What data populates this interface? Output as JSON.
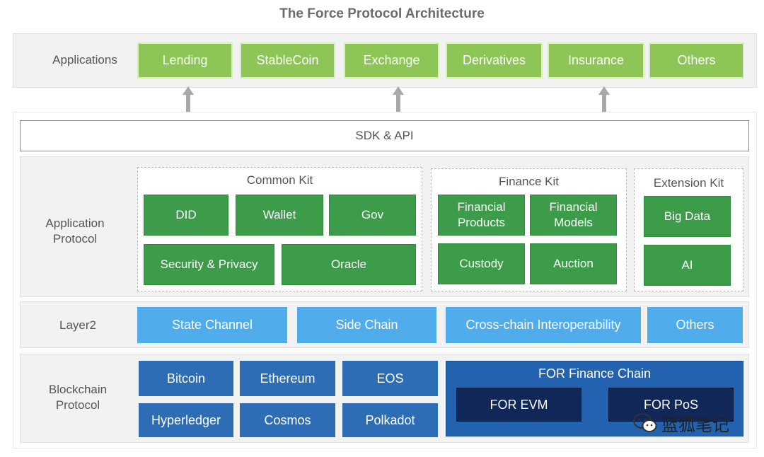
{
  "title": "The Force Protocol Architecture",
  "applications": {
    "label": "Applications",
    "items": [
      "Lending",
      "StableCoin",
      "Exchange",
      "Derivatives",
      "Insurance",
      "Others"
    ]
  },
  "sdk": {
    "label": "SDK & API"
  },
  "application_protocol": {
    "label": "Application Protocol",
    "common_kit": {
      "title": "Common Kit",
      "items": [
        "DID",
        "Wallet",
        "Gov",
        "Security & Privacy",
        "Oracle"
      ]
    },
    "finance_kit": {
      "title": "Finance Kit",
      "items": [
        "Financial Products",
        "Financial Models",
        "Custody",
        "Auction"
      ]
    },
    "extension_kit": {
      "title": "Extension Kit",
      "items": [
        "Big Data",
        "AI"
      ]
    }
  },
  "layer2": {
    "label": "Layer2",
    "items": [
      "State Channel",
      "Side Chain",
      "Cross-chain Interoperability",
      "Others"
    ]
  },
  "blockchain_protocol": {
    "label": "Blockchain Protocol",
    "items": [
      "Bitcoin",
      "Ethereum",
      "EOS",
      "Hyperledger",
      "Cosmos",
      "Polkadot"
    ],
    "for_chain": {
      "title": "FOR Finance Chain",
      "items": [
        "FOR EVM",
        "FOR PoS"
      ]
    }
  },
  "watermark": {
    "text": "蓝狐笔记"
  },
  "colors": {
    "app_green": "#8dc556",
    "kit_green": "#3c9c49",
    "layer2_blue": "#50acea",
    "chain_blue": "#2c6db5",
    "for_navy": "#102757"
  }
}
